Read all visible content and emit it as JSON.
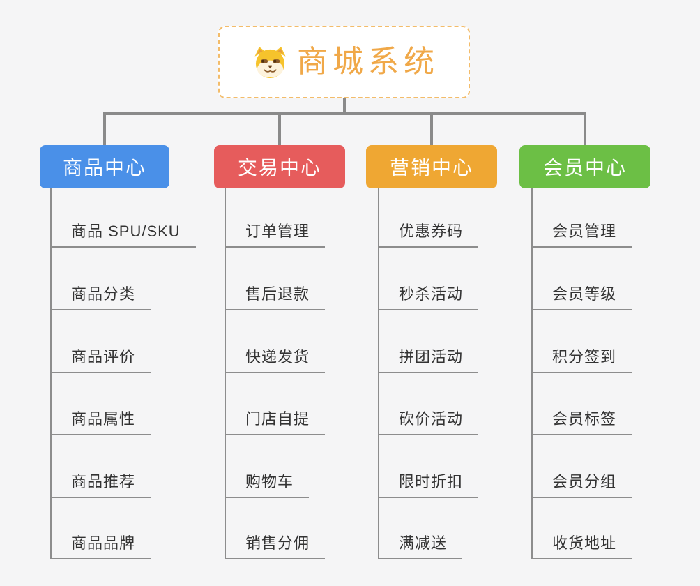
{
  "root": {
    "title": "商城系统",
    "icon": "dog-face-icon"
  },
  "branches": [
    {
      "label": "商品中心",
      "color": "#4a90e8",
      "items": [
        "商品 SPU/SKU",
        "商品分类",
        "商品评价",
        "商品属性",
        "商品推荐",
        "商品品牌"
      ]
    },
    {
      "label": "交易中心",
      "color": "#e65c5c",
      "items": [
        "订单管理",
        "售后退款",
        "快递发货",
        "门店自提",
        "购物车",
        "销售分佣"
      ]
    },
    {
      "label": "营销中心",
      "color": "#efa733",
      "items": [
        "优惠券码",
        "秒杀活动",
        "拼团活动",
        "砍价活动",
        "限时折扣",
        "满减送"
      ]
    },
    {
      "label": "会员中心",
      "color": "#6cbf45",
      "items": [
        "会员管理",
        "会员等级",
        "积分签到",
        "会员标签",
        "会员分组",
        "收货地址"
      ]
    }
  ],
  "colors": {
    "background": "#f5f5f6",
    "connector_line": "#8a8a8a",
    "item_underline": "#8d8d8d",
    "root_accent": "#f0a848",
    "root_border": "#f3bc6a",
    "root_background": "#ffffff",
    "item_text": "#333333",
    "branch_text": "#ffffff"
  }
}
